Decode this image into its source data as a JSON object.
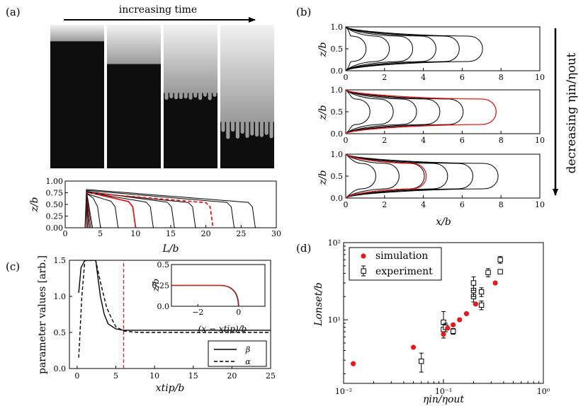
{
  "panel_labels": {
    "a": "(a)",
    "b": "(b)",
    "c": "(c)",
    "d": "(d)"
  },
  "panel_a": {
    "arrow_label": "increasing time",
    "frame_fronts": [
      0.16,
      0.38,
      0.66,
      0.94
    ]
  },
  "chart_data": [
    {
      "panel": "(a) lower",
      "type": "line",
      "xlabel": "L/b",
      "ylabel": "z/b",
      "xlim": [
        0,
        30
      ],
      "ylim": [
        0,
        1.0
      ],
      "xticks": [
        "0",
        "5",
        "10",
        "15",
        "20",
        "25",
        "30"
      ],
      "yticks": [
        "0.00",
        "0.25",
        "0.50",
        "0.75",
        "1.00"
      ],
      "series": [
        {
          "color": "#000000",
          "tip_x": 5.0,
          "start_height": 0.74
        },
        {
          "color": "#000000",
          "tip_x": 7.5,
          "start_height": 0.73
        },
        {
          "color": "#e41a1c",
          "tip_x": 10.0,
          "start_height": 0.77,
          "style": "solid"
        },
        {
          "color": "#000000",
          "tip_x": 12.5,
          "start_height": 0.76
        },
        {
          "color": "#000000",
          "tip_x": 15.5,
          "start_height": 0.78
        },
        {
          "color": "#000000",
          "tip_x": 18.5,
          "start_height": 0.76
        },
        {
          "color": "#e41a1c",
          "tip_x": 21.0,
          "start_height": 0.75,
          "style": "dashed"
        },
        {
          "color": "#000000",
          "tip_x": 24.0,
          "start_height": 0.8
        },
        {
          "color": "#000000",
          "tip_x": 27.0,
          "start_height": 0.82
        }
      ]
    },
    {
      "panel": "(b)",
      "type": "line",
      "xlabel": "x/b",
      "ylabel": "z/b",
      "xlim": [
        0,
        10
      ],
      "ylim": [
        0,
        1.0
      ],
      "xticks": [
        "0",
        "2",
        "4",
        "6",
        "8",
        "10"
      ],
      "yticks": [
        "0.0",
        "0.5",
        "1.0"
      ],
      "side_label": "decreasing  ηin/ηout",
      "subplots": [
        {
          "tips": [
            1.3,
            2.5,
            3.7,
            4.9,
            6.1,
            7.3
          ],
          "red_tip": null
        },
        {
          "tips": [
            1.5,
            2.7,
            3.9,
            5.1,
            6.3
          ],
          "red_tip": 8.0
        },
        {
          "tips": [
            1.8,
            3.0,
            4.3,
            5.5,
            6.8,
            8.1
          ],
          "red_tip": 4.4
        }
      ]
    },
    {
      "panel": "(c)",
      "type": "line",
      "xlabel": "xtip/b",
      "ylabel": "parameter values [arb.]",
      "xlim": [
        -1,
        25
      ],
      "ylim": [
        0,
        1.5
      ],
      "xticks": [
        "0",
        "5",
        "10",
        "15",
        "20",
        "25"
      ],
      "yticks": [
        "0.0",
        "0.5",
        "1.0",
        "1.5"
      ],
      "vline_x": 6.0,
      "series": [
        {
          "name": "β",
          "style": "solid",
          "x": [
            0.2,
            0.5,
            1.0,
            1.6,
            2.4,
            3.0,
            3.5,
            4.0,
            5.0,
            6.0,
            8.0,
            25.0
          ],
          "y": [
            1.05,
            1.4,
            1.5,
            1.5,
            1.5,
            1.0,
            0.75,
            0.62,
            0.55,
            0.53,
            0.53,
            0.53
          ]
        },
        {
          "name": "α",
          "style": "dashed",
          "x": [
            0.2,
            0.35,
            0.6,
            1.0,
            1.6,
            2.4,
            3.0,
            3.8,
            4.5,
            5.0,
            6.0,
            8.0,
            25.0
          ],
          "y": [
            0.15,
            0.45,
            1.0,
            1.5,
            1.5,
            1.5,
            1.2,
            0.85,
            0.68,
            0.58,
            0.52,
            0.5,
            0.5
          ]
        }
      ],
      "inset": {
        "xlabel": "(x − xtip)/b",
        "ylabel": "z/b",
        "xlim": [
          -3.3,
          1.3
        ],
        "ylim": [
          0,
          0.5
        ],
        "xticks": [
          "−2",
          "0"
        ],
        "yticks": [
          "0.0",
          "0.25",
          "0.5"
        ],
        "plateau": 0.25
      }
    },
    {
      "panel": "(d)",
      "type": "scatter",
      "xlabel": "ηin/ηout",
      "ylabel": "Lonset/b",
      "xscale": "log",
      "yscale": "log",
      "xlim": [
        0.01,
        1.0
      ],
      "ylim": [
        1.5,
        100
      ],
      "xticks": [
        "10⁻²",
        "10⁻¹",
        "10⁰"
      ],
      "yticks": [
        "10¹",
        "10²"
      ],
      "legend_position": "top-left",
      "series": [
        {
          "name": "simulation",
          "color": "#e41a1c",
          "marker": "circle",
          "x": [
            0.0125,
            0.05,
            0.1,
            0.11,
            0.125,
            0.145,
            0.17,
            0.21,
            0.33
          ],
          "y": [
            2.7,
            4.4,
            6.5,
            7.8,
            8.6,
            10.0,
            12.0,
            16.0,
            30.0
          ]
        },
        {
          "name": "experiment",
          "color": "#000000",
          "marker": "open-square",
          "x": [
            0.06,
            0.1,
            0.1,
            0.105,
            0.125,
            0.2,
            0.2,
            0.2,
            0.24,
            0.24,
            0.28,
            0.37,
            0.37
          ],
          "y": [
            2.9,
            9.3,
            7.5,
            8.0,
            7.1,
            20.0,
            24.0,
            30.0,
            15.5,
            23.0,
            41.0,
            42.0,
            60.0
          ],
          "yerr": [
            0.8,
            3.5,
            1.2,
            1.0,
            0.6,
            3.0,
            4.0,
            6.0,
            2.0,
            3.0,
            5.0,
            0,
            6.0
          ]
        }
      ]
    }
  ]
}
